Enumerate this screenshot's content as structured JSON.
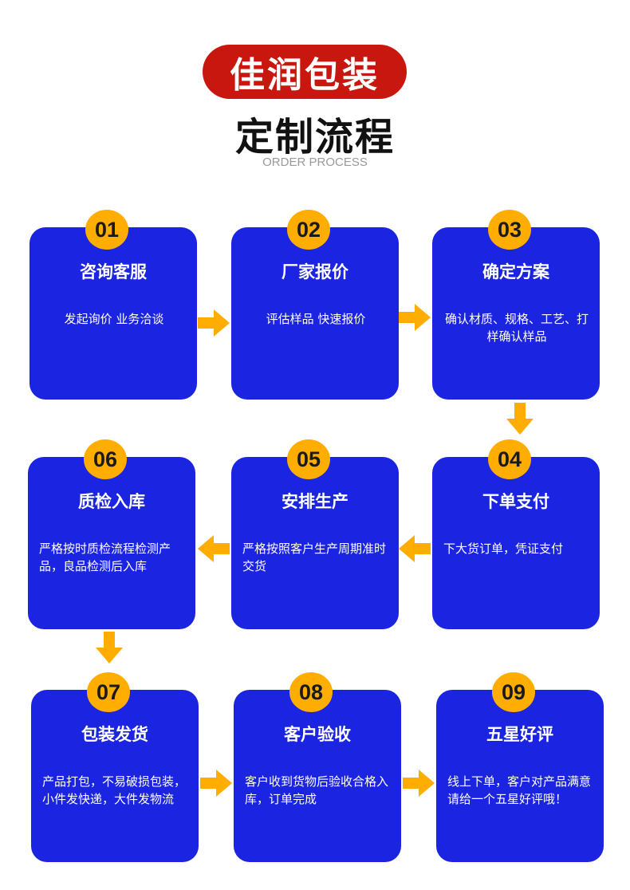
{
  "header": {
    "brand": "佳润包装",
    "title": "定制流程",
    "subtitle": "ORDER PROCESS"
  },
  "colors": {
    "card": "#1b24e0",
    "badge": "#ffad00",
    "arrow": "#ffad00",
    "brand_pill": "#c8170f"
  },
  "steps": [
    {
      "num": "01",
      "title": "咨询客服",
      "desc": "发起询价 业务洽谈"
    },
    {
      "num": "02",
      "title": "厂家报价",
      "desc": "评估样品 快速报价"
    },
    {
      "num": "03",
      "title": "确定方案",
      "desc": "确认材质、规格、工艺、打样确认样品"
    },
    {
      "num": "04",
      "title": "下单支付",
      "desc": "下大货订单，凭证支付"
    },
    {
      "num": "05",
      "title": "安排生产",
      "desc": "严格按照客户生产周期准时交货"
    },
    {
      "num": "06",
      "title": "质检入库",
      "desc": "严格按时质检流程检测产品，良品检测后入库"
    },
    {
      "num": "07",
      "title": "包装发货",
      "desc": "产品打包，不易破损包装，小件发快递，大件发物流"
    },
    {
      "num": "08",
      "title": "客户验收",
      "desc": "客户收到货物后验收合格入库，订单完成"
    },
    {
      "num": "09",
      "title": "五星好评",
      "desc": "线上下单，客户对产品满意请给一个五星好评哦！"
    }
  ]
}
